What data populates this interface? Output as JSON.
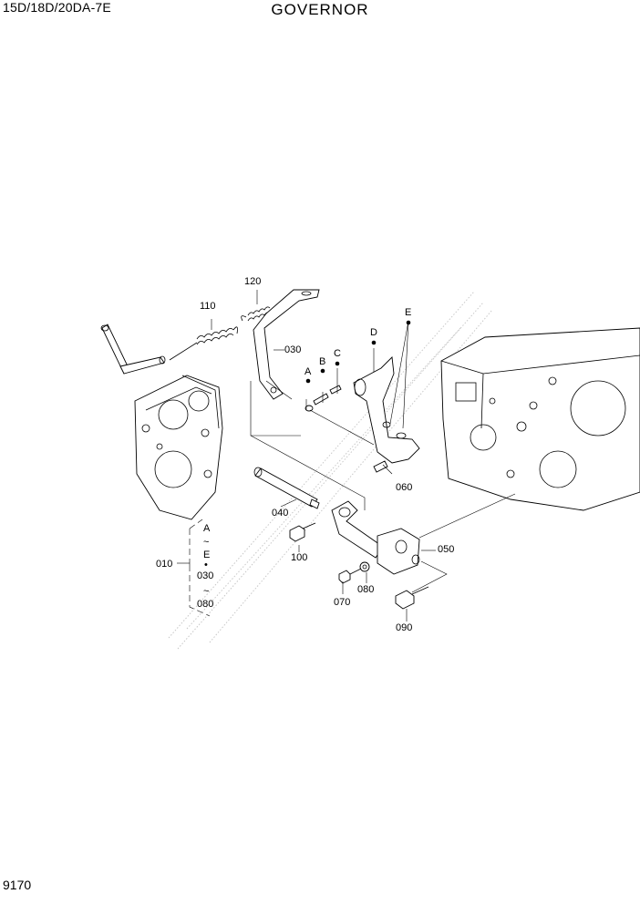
{
  "header": {
    "model": "15D/18D/20DA-7E",
    "title": "GOVERNOR"
  },
  "footer": {
    "page_number": "9170"
  },
  "callouts": {
    "p010": "010",
    "p030": "030",
    "p040": "040",
    "p050": "050",
    "p060": "060",
    "p070": "070",
    "p080": "080",
    "p090": "090",
    "p100": "100",
    "p110": "110",
    "p120": "120",
    "A": "A",
    "B": "B",
    "C": "C",
    "D": "D",
    "E": "E"
  },
  "range_label": {
    "start": "A",
    "tilde1": "~",
    "mid": "E",
    "dot": "•",
    "mid2": "030",
    "tilde2": "~",
    "end": "080"
  }
}
